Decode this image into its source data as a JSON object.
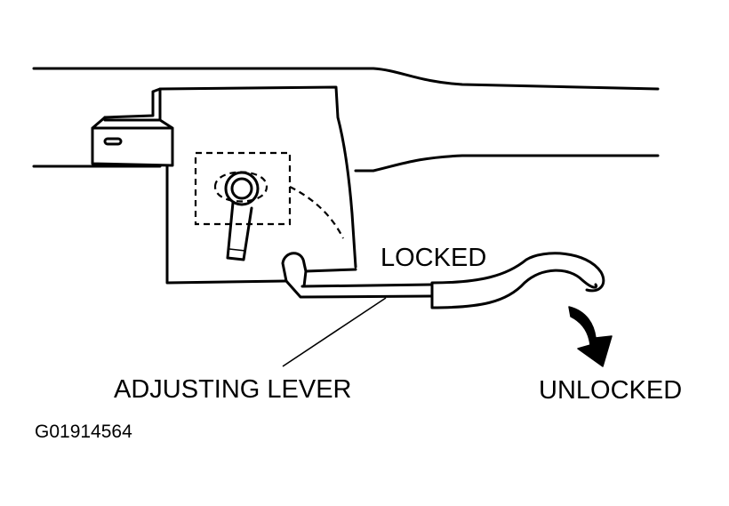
{
  "labels": {
    "locked": "LOCKED",
    "unlocked": "UNLOCKED",
    "adjusting_lever": "ADJUSTING LEVER",
    "figure_id": "G01914564"
  },
  "colors": {
    "ink": "#000000",
    "paper": "#ffffff"
  }
}
